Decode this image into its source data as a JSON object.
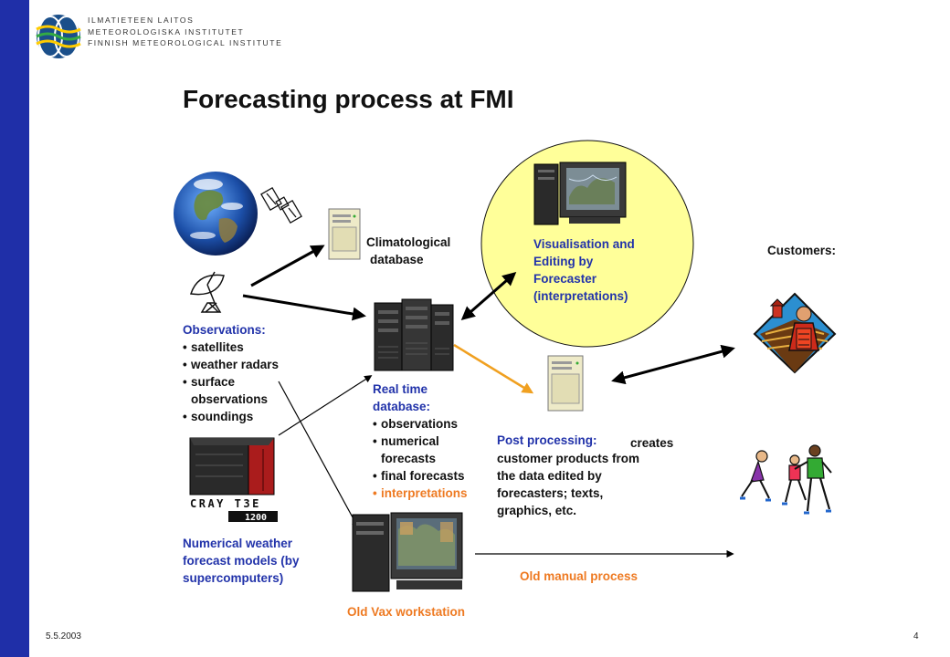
{
  "header": {
    "logo_lines": [
      "ILMATIETEEN LAITOS",
      "METEOROLOGISKA INSTITUTET",
      "FINNISH METEOROLOGICAL INSTITUTE"
    ]
  },
  "title": "Forecasting process at FMI",
  "climatological": [
    "Climatological",
    "database"
  ],
  "visualisation": [
    "Visualisation and",
    "Editing  by",
    "Forecaster",
    "(interpretations)"
  ],
  "customers": "Customers:",
  "observations": {
    "heading": "Observations:",
    "items": [
      "satellites",
      "weather radars",
      "surface observations",
      "soundings"
    ]
  },
  "realtime": {
    "heading": [
      "Real time",
      "database:"
    ],
    "items": [
      "observations",
      "numerical forecasts",
      "final forecasts"
    ],
    "highlight": "interpretations"
  },
  "postprocessing": {
    "heading": "Post processing:",
    "creates": "creates",
    "lines": [
      "customer products from",
      "the data edited by",
      "forecasters; texts,",
      "graphics, etc."
    ]
  },
  "numerical": [
    "Numerical weather",
    "forecast models (by",
    "supercomputers)"
  ],
  "old_manual": "Old manual process",
  "old_vax": "Old Vax workstation",
  "cray_label": "CRAY T3E",
  "cray_sub": "1200",
  "footer": {
    "date": "5.5.2003",
    "page": "4"
  },
  "colors": {
    "sidebar": "#1f2fa8",
    "label_blue": "#2233aa",
    "highlight_orange": "#ee7a22",
    "circle_yellow": "#ffff99"
  }
}
